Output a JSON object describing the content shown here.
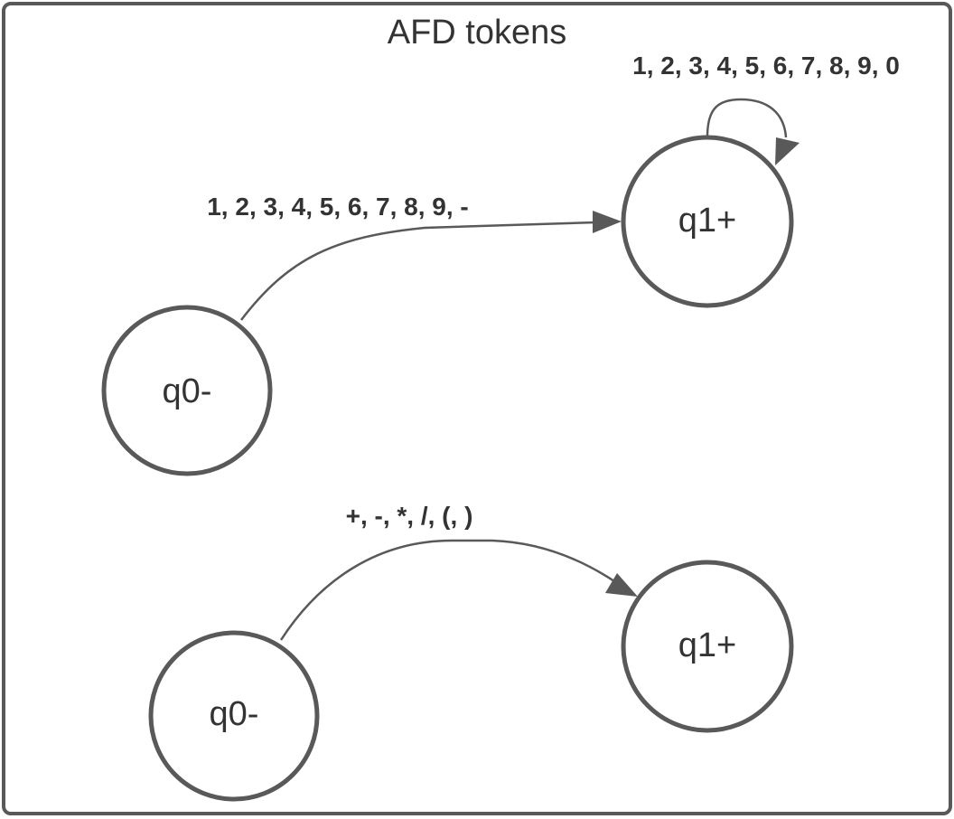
{
  "diagram": {
    "title": "AFD tokens",
    "automaton_1": {
      "start_state": "q0-",
      "accept_state": "q1+",
      "transition_label": "1, 2, 3, 4, 5, 6, 7, 8, 9, -",
      "self_loop_label": "1, 2, 3, 4, 5, 6, 7, 8, 9, 0"
    },
    "automaton_2": {
      "start_state": "q0-",
      "accept_state": "q1+",
      "transition_label": "+, -, *, /, (, )"
    }
  },
  "colors": {
    "stroke": "#595959",
    "text": "#333333",
    "background": "#ffffff"
  }
}
